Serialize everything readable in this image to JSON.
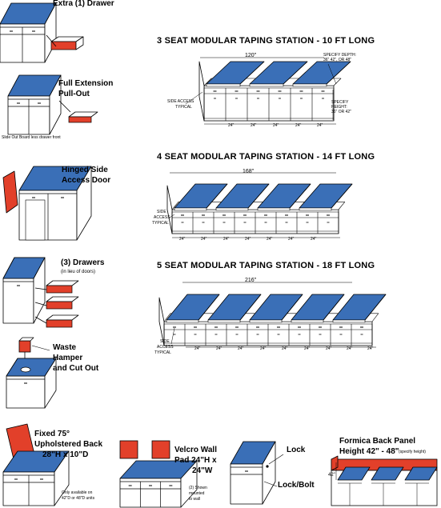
{
  "colors": {
    "top": "#3a6fb7",
    "red": "#e2402a",
    "line": "#000000",
    "white": "#ffffff"
  },
  "options": {
    "extra_drawer": "Extra (1) Drawer",
    "full_extension_1": "Full Extension",
    "full_extension_2": "Pull-Out",
    "slide_out_note": "Slide Out Board less drawer front",
    "hinged_1": "Hinged Side",
    "hinged_2": "Access Door",
    "drawers_1": "(3) Drawers",
    "drawers_2": "(in lieu of doors)",
    "waste_1": "Waste",
    "waste_2": "Hamper",
    "waste_3": "and Cut Out",
    "fixed_1": "Fixed 75°",
    "fixed_2": "Upholstered Back",
    "fixed_3": "28\"H x 10\"D",
    "fixed_note_1": "Only available on",
    "fixed_note_2": "42\"D or 48\"D units",
    "velcro_1": "Velcro Wall",
    "velcro_2": "Pad 24\"H x",
    "velcro_3": "24\"W",
    "velcro_note_1": "(2) Shown",
    "velcro_note_2": "mounted",
    "velcro_note_3": "to wall",
    "lock": "Lock",
    "lock_bolt": "Lock/Bolt",
    "formica_1": "Formica Back Panel",
    "formica_2": "Height 42\" - 48\"",
    "formica_3": "(specify height)",
    "formica_dim": "42\""
  },
  "stations": {
    "s3": {
      "title": "3 SEAT MODULAR TAPING STATION - 10 FT LONG",
      "length": "120\"",
      "depth_1": "SPECIFY DEPTH:",
      "depth_2": "36\" 42\", OR 48\"",
      "height_1": "SPECIFY",
      "height_2": "HEIGHT:",
      "height_3": "36\" OR 42\"",
      "side_1": "SIDE ACCESS",
      "side_2": "TYPICAL",
      "seg": "24\""
    },
    "s4": {
      "title": "4 SEAT MODULAR TAPING STATION - 14 FT LONG",
      "length": "168\"",
      "side_1": "SIDE",
      "side_2": "ACCESS",
      "side_3": "TYPICAL",
      "seg": "24\""
    },
    "s5": {
      "title": "5 SEAT MODULAR TAPING STATION - 18 FT LONG",
      "length": "216\"",
      "side_1": "SIDE",
      "side_2": "ACCESS",
      "side_3": "TYPICAL",
      "seg": "24\""
    }
  }
}
